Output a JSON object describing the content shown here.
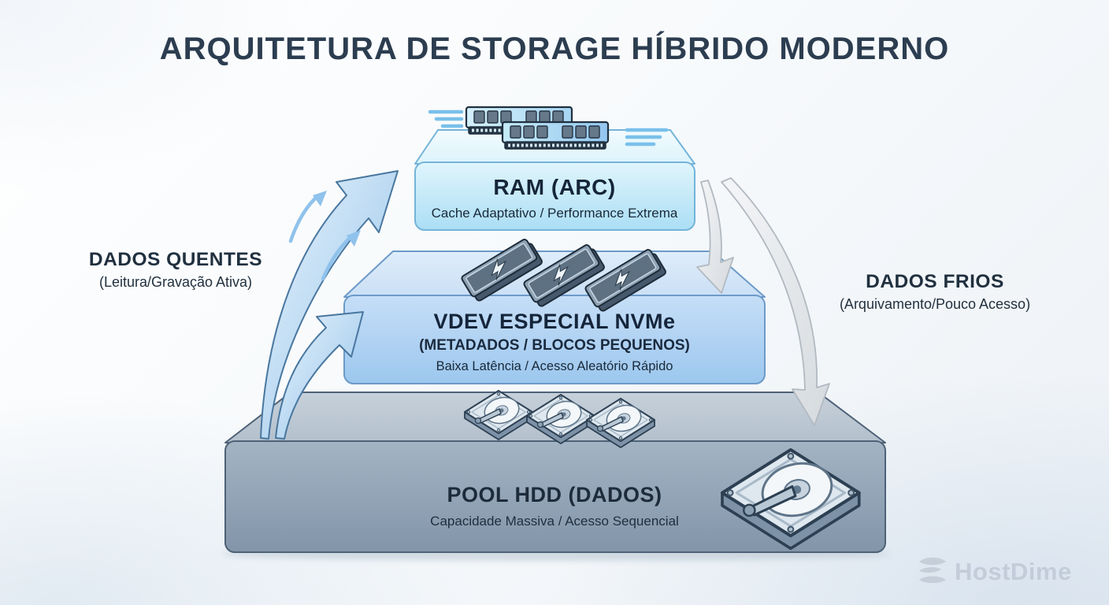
{
  "title": "ARQUITETURA DE STORAGE HÍBRIDO MODERNO",
  "tiers": [
    {
      "name": "ram",
      "title": "RAM (ARC)",
      "subtitle": "Cache Adaptativo / Performance Extrema"
    },
    {
      "name": "nvme",
      "title": "VDEV ESPECIAL NVMe",
      "subtitle": "(METADADOS / BLOCOS PEQUENOS)",
      "detail": "Baixa Latência / Acesso Aleatório Rápido"
    },
    {
      "name": "hdd",
      "title": "POOL HDD (DADOS)",
      "subtitle": "Capacidade Massiva / Acesso Sequencial"
    }
  ],
  "side_labels": {
    "hot": {
      "title": "DADOS QUENTES",
      "subtitle": "(Leitura/Gravação Ativa)"
    },
    "cold": {
      "title": "DADOS FRIOS",
      "subtitle": "(Arquivamento/Pouco Acesso)"
    }
  },
  "branding": {
    "logo_text": "HostDime"
  },
  "icons": {
    "ram": "ram-memory-modules-icon",
    "nvme": "nvme-ssd-sticks-icon",
    "hdd_small": "hdd-disk-row-icon",
    "hdd_large": "hdd-disk-open-icon",
    "hot_flow": "curved-up-arrows-icon",
    "cold_flow": "curved-down-arrows-icon",
    "logo": "hostdime-stacked-layers-icon"
  },
  "colors": {
    "title_text": "#2c3d50",
    "ram_fill": "#c9ebf9",
    "ram_border": "#74b4d8",
    "nvme_fill": "#aacdf0",
    "nvme_border": "#6c9ac9",
    "hdd_fill": "#8fa2b5",
    "hdd_border": "#4e6277",
    "hot_arrow": "#9ec9ec",
    "cold_arrow": "#e3e6ea",
    "logo_text": "#c3ccd9",
    "background": "#f2f6f9"
  }
}
